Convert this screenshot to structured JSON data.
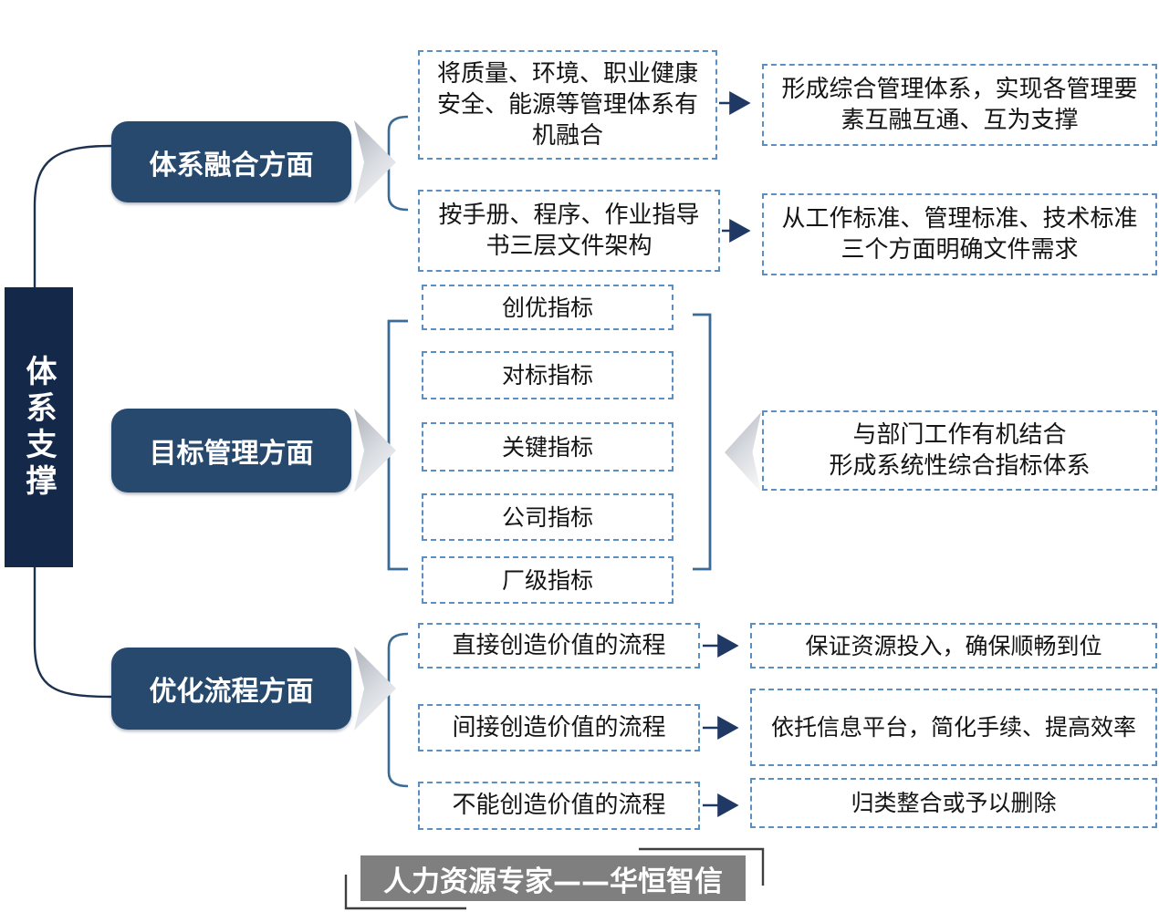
{
  "colors": {
    "navy_dark": "#14294a",
    "navy_category": "#27496e",
    "dashed_border_blue": "#5b8fc4",
    "arrow_navy": "#1f3864",
    "bracket_blue": "#3a6a96",
    "chevron_gray": "#aeb2ba",
    "footer_gray": "#7f7f7f"
  },
  "diagram": {
    "root_label": "体系支撑",
    "sections": [
      {
        "label": "体系融合方面",
        "pairs": [
          {
            "left": "将质量、环境、职业健康安全、能源等管理体系有机融合",
            "right": "形成综合管理体系，实现各管理要素互融互通、互为支撑"
          },
          {
            "left": "按手册、程序、作业指导书三层文件架构",
            "right": "从工作标准、管理标准、技术标准三个方面明确文件需求"
          }
        ]
      },
      {
        "label": "目标管理方面",
        "indicators": [
          "创优指标",
          "对标指标",
          "关键指标",
          "公司指标",
          "厂级指标"
        ],
        "summary": "与部门工作有机结合\n形成系统性综合指标体系"
      },
      {
        "label": "优化流程方面",
        "pairs": [
          {
            "left": "直接创造价值的流程",
            "right": "保证资源投入，确保顺畅到位"
          },
          {
            "left": "间接创造价值的流程",
            "right": "依托信息平台，简化手续、提高效率"
          },
          {
            "left": "不能创造价值的流程",
            "right": "归类整合或予以删除"
          }
        ]
      }
    ],
    "footer": "人力资源专家——华恒智信"
  }
}
